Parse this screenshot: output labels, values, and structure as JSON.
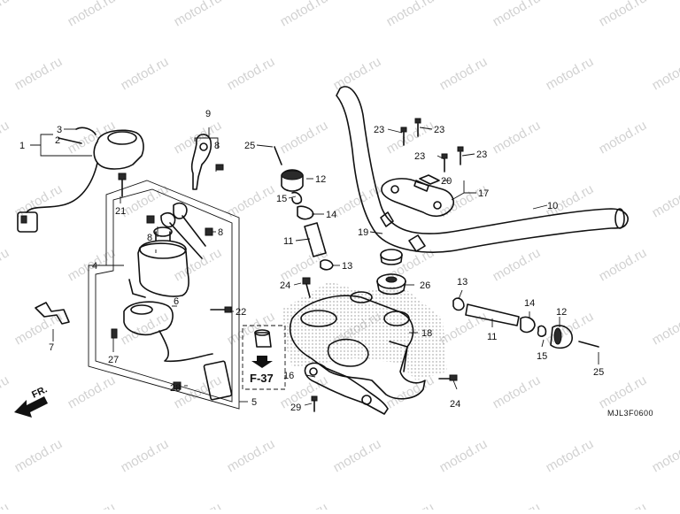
{
  "watermark": {
    "text": "motod.ru"
  },
  "diagram_code": "MJL3F0600",
  "reference": "F-37",
  "direction": "FR.",
  "callouts": {
    "c1": "1",
    "c2": "2",
    "c3": "3",
    "c4": "4",
    "c5": "5",
    "c6": "6",
    "c7": "7",
    "c8a": "8",
    "c8b": "8",
    "c8c": "8",
    "c9": "9",
    "c10": "10",
    "c11a": "11",
    "c11b": "11",
    "c12a": "12",
    "c12b": "12",
    "c13a": "13",
    "c13b": "13",
    "c14a": "14",
    "c14b": "14",
    "c15a": "15",
    "c15b": "15",
    "c16": "16",
    "c17": "17",
    "c18": "18",
    "c19": "19",
    "c20": "20",
    "c21": "21",
    "c22": "22",
    "c23a": "23",
    "c23b": "23",
    "c23c": "23",
    "c23d": "23",
    "c24a": "24",
    "c24b": "24",
    "c25a": "25",
    "c25b": "25",
    "c26": "26",
    "c27": "27",
    "c28": "28",
    "c29": "29"
  }
}
